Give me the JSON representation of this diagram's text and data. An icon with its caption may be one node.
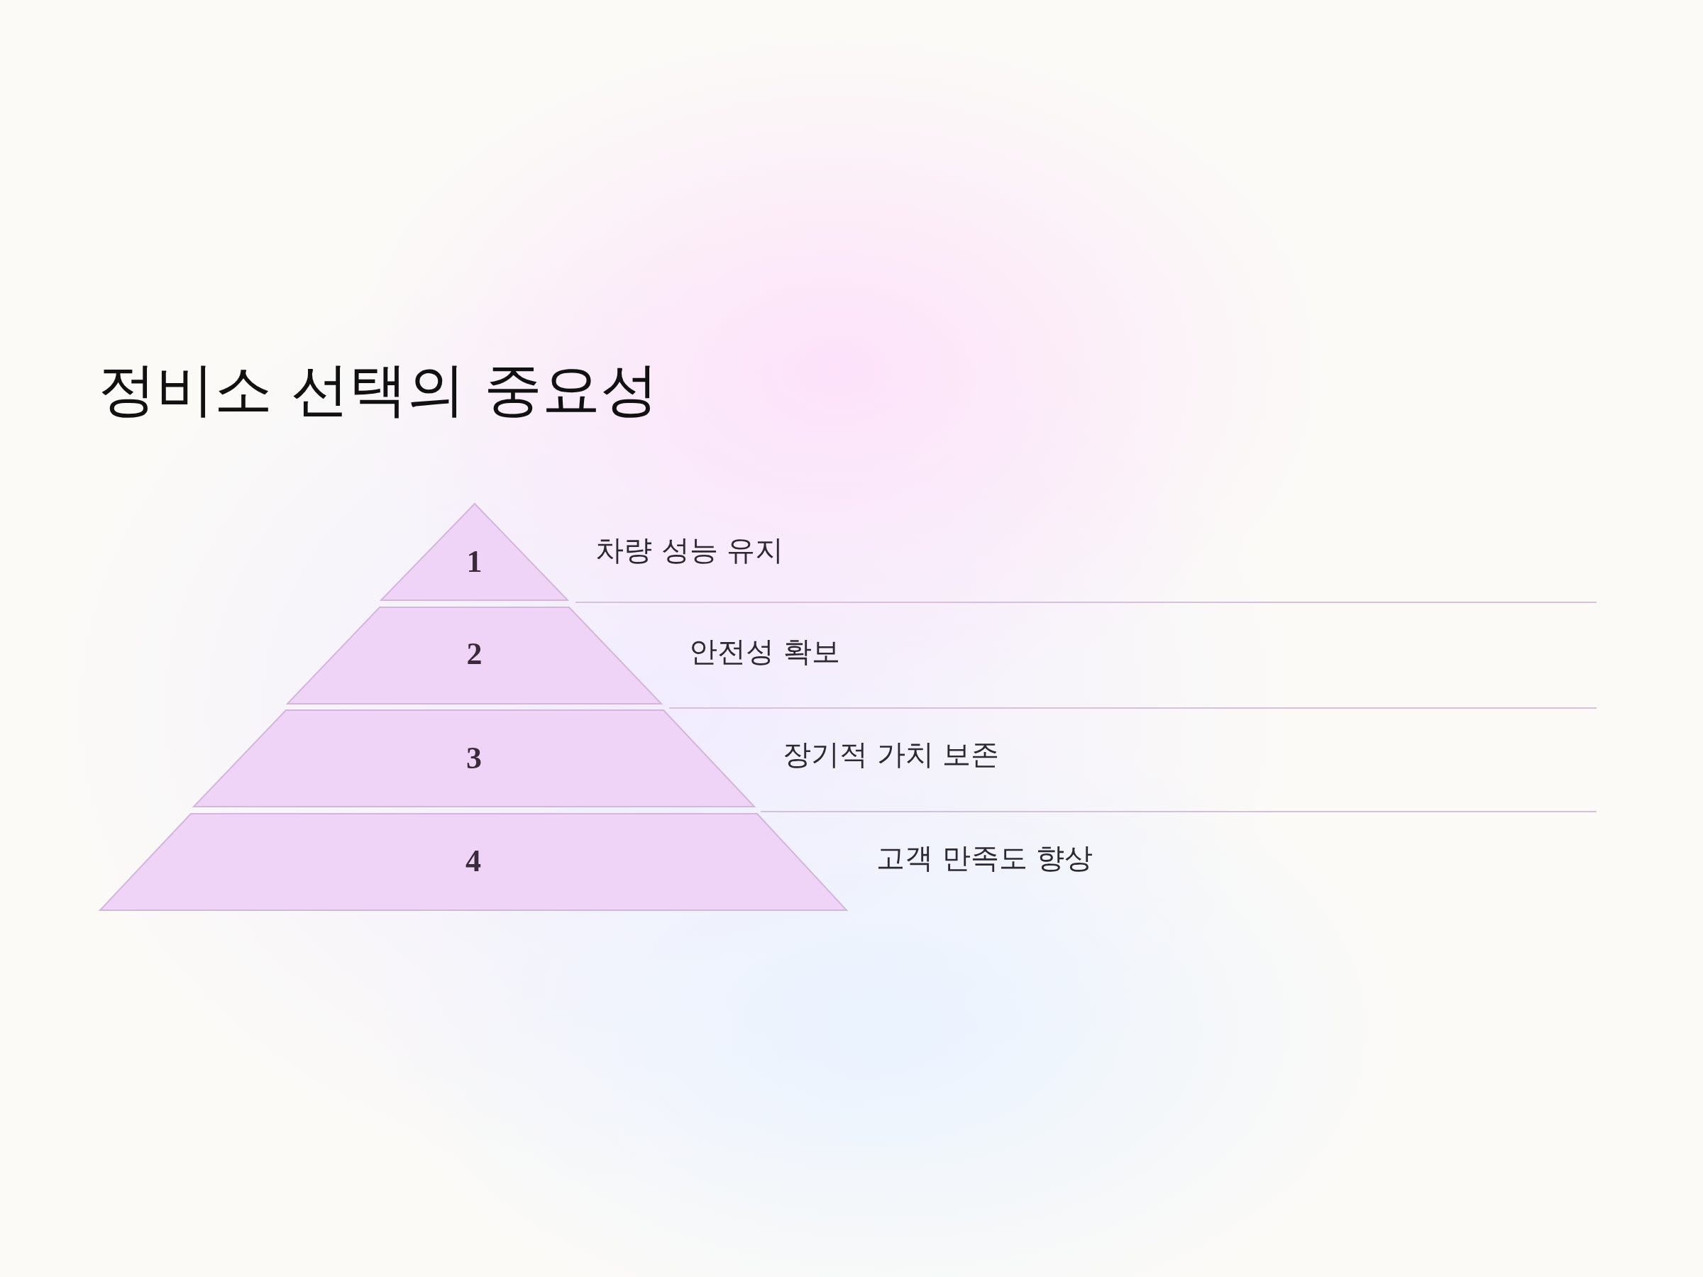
{
  "diagram": {
    "title": "정비소 선택의 중요성",
    "nodes": [
      {
        "text": [
          "1"
        ],
        "beside": [
          "차량 성능 유지"
        ]
      },
      {
        "text": [
          "2"
        ],
        "beside": [
          "안전성 확보"
        ]
      },
      {
        "text": [
          "3"
        ],
        "beside": [
          "장기적 가치 보존"
        ]
      },
      {
        "text": [
          "4"
        ],
        "beside": [
          "고객 만족도 향상"
        ]
      }
    ]
  }
}
